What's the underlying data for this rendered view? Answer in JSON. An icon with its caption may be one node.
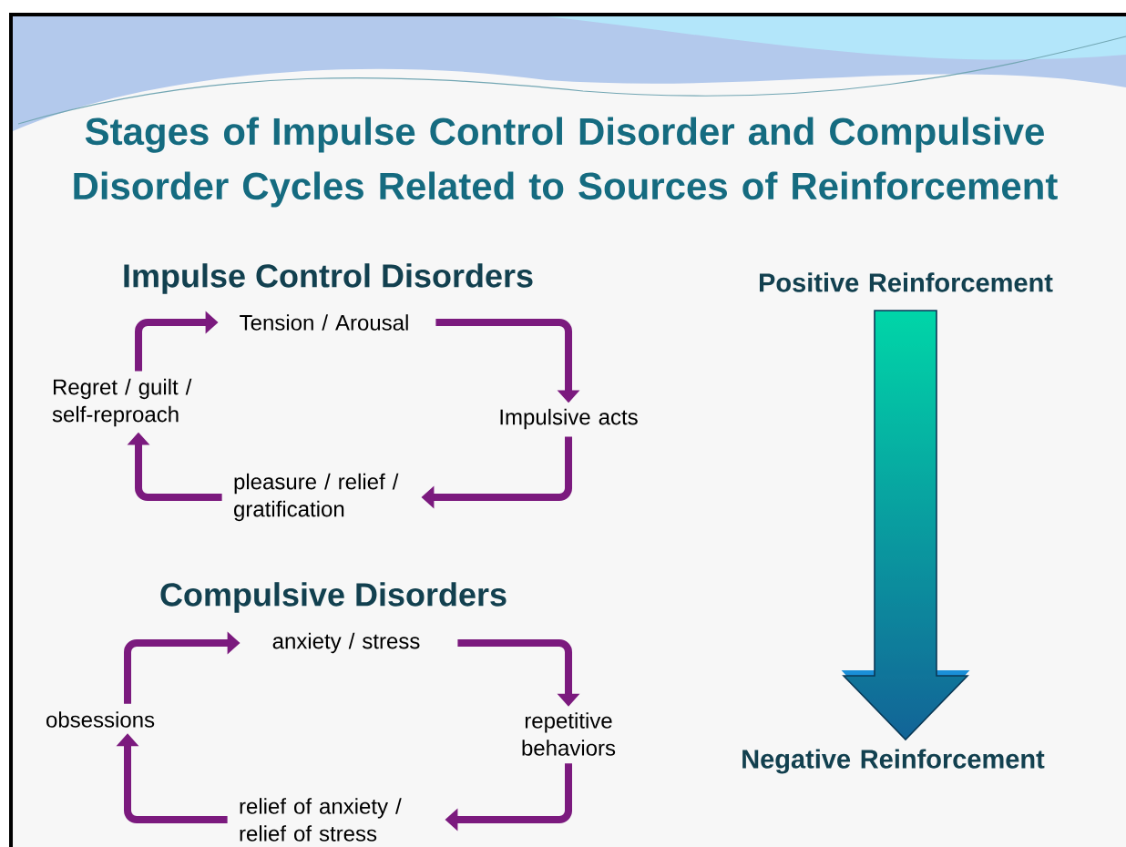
{
  "diagram": {
    "title": "Stages of Impulse Control Disorder and Compulsive Disorder Cycles Related to Sources of Reinforcement",
    "nodes": [
      {
        "text": [
          "Tension / Arousal"
        ]
      },
      {
        "text": [
          "Impulsive acts"
        ]
      },
      {
        "text": [
          "pleasure / relief / gratification"
        ]
      },
      {
        "text": [
          "Regret / guilt / self-reproach"
        ]
      },
      {
        "text": [
          "anxiety / stress"
        ]
      },
      {
        "text": [
          "repetitive behaviors"
        ]
      },
      {
        "text": [
          "relief of anxiety / relief of stress"
        ]
      },
      {
        "text": [
          "obsessions"
        ]
      },
      {
        "text": [
          "Positive Reinforcement"
        ]
      },
      {
        "text": [
          "Negative Reinforcement"
        ]
      }
    ],
    "edges": [
      {
        "from": 0,
        "to": 1,
        "arrow": "to"
      },
      {
        "from": 1,
        "to": 2,
        "arrow": "to"
      },
      {
        "from": 2,
        "to": 3,
        "arrow": "to"
      },
      {
        "from": 3,
        "to": 0,
        "arrow": "to"
      },
      {
        "from": 4,
        "to": 5,
        "arrow": "to"
      },
      {
        "from": 5,
        "to": 6,
        "arrow": "to"
      },
      {
        "from": 6,
        "to": 7,
        "arrow": "to"
      },
      {
        "from": 7,
        "to": 4,
        "arrow": "to"
      },
      {
        "from": 8,
        "to": 9,
        "arrow": "to",
        "style": "thick",
        "color": "#1a8fd8"
      }
    ],
    "labels": [
      "Impulse Control Disorders",
      "Compulsive Disorders"
    ]
  }
}
